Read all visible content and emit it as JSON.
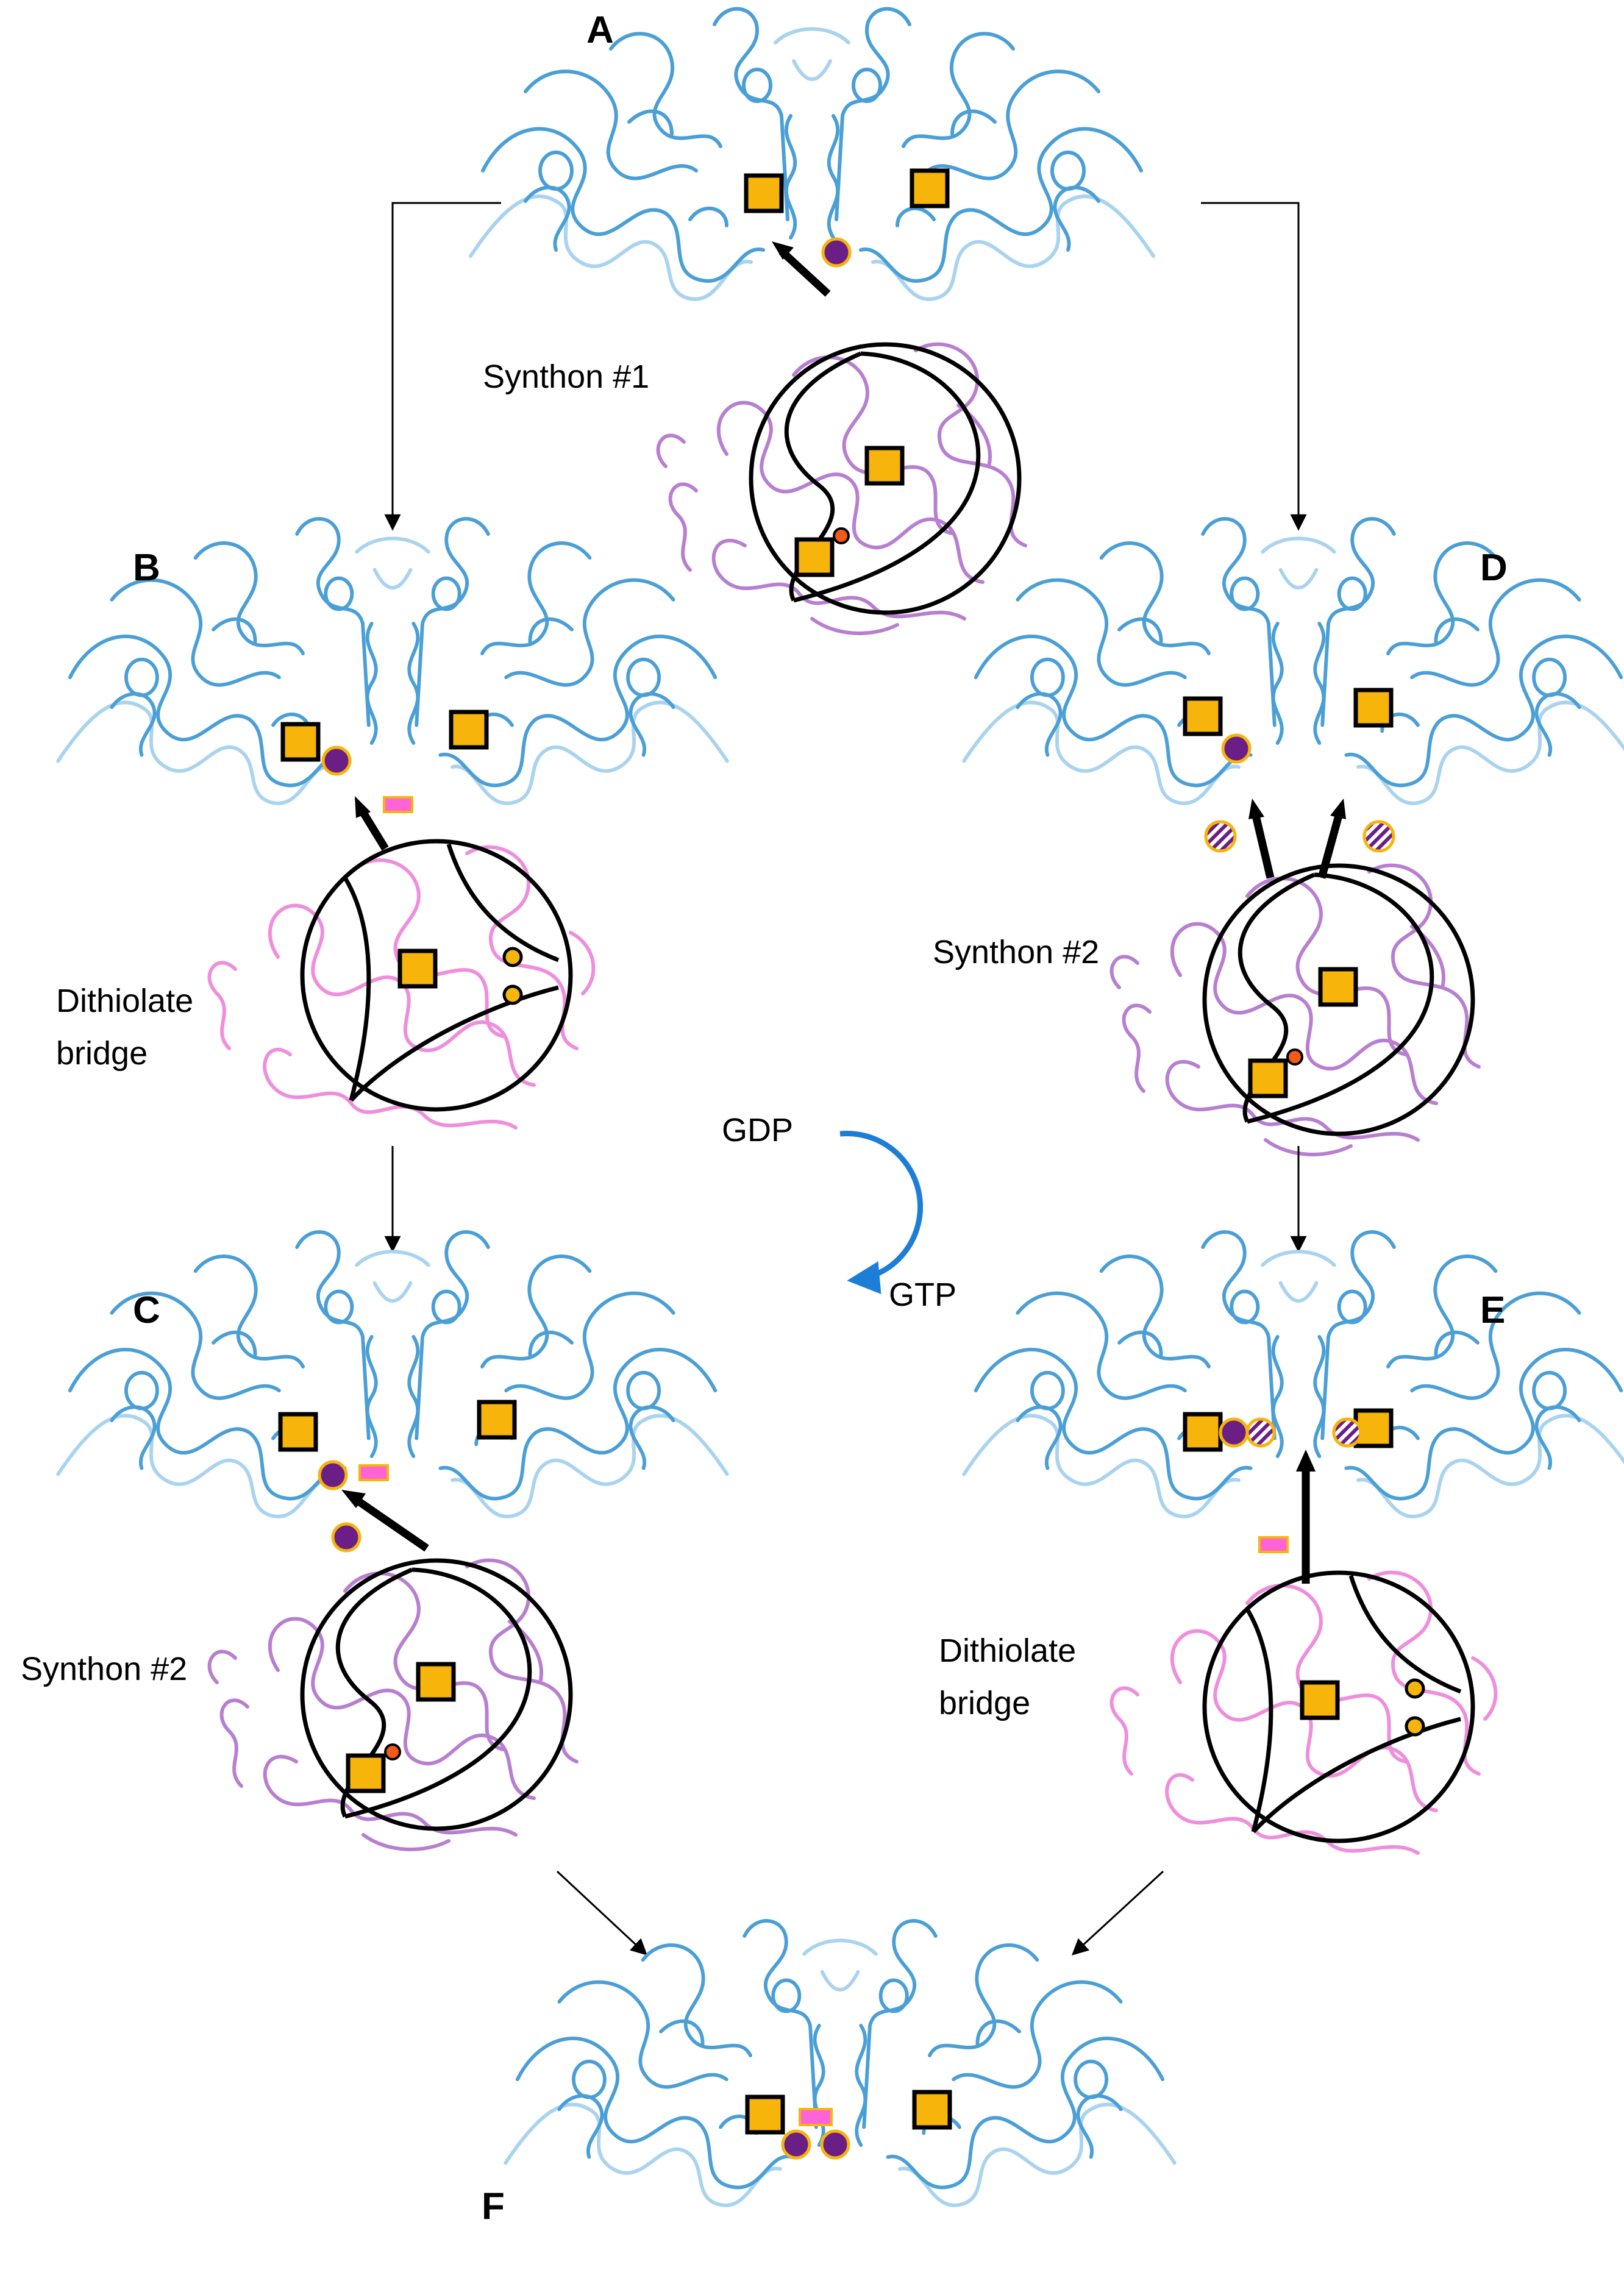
{
  "labels": {
    "a": "A",
    "b": "B",
    "c": "C",
    "d": "D",
    "e": "E",
    "f": "F"
  },
  "captions": {
    "synthon1": "Synthon #1",
    "synthon2_d": "Synthon #2",
    "synthon2_c": "Synthon #2",
    "dithiolate_b": [
      "Dithiolate",
      "bridge"
    ],
    "dithiolate_e": [
      "Dithiolate",
      "bridge"
    ],
    "gdp": "GDP",
    "gtp": "GTP"
  },
  "colors": {
    "dimer": "#4a9fd6",
    "dimer_light": "#a9d3ef",
    "synthon": "#b87fd0",
    "bridge_protein": "#ee8edc",
    "cluster_fill": "#f7b40a",
    "ligand_purple": "#6b1e86",
    "ligand_ring": "#f7b40a",
    "pink_bar": "#ff63d6",
    "gtp_cycle": "#1c7ed6",
    "red_atom": "#f25a1c"
  },
  "icons": {
    "square": "iron-sulfur-cluster-square",
    "circle": "ligand-circle",
    "hatched": "hatched-ligand-circle",
    "bar": "pink-bridge-bar"
  }
}
